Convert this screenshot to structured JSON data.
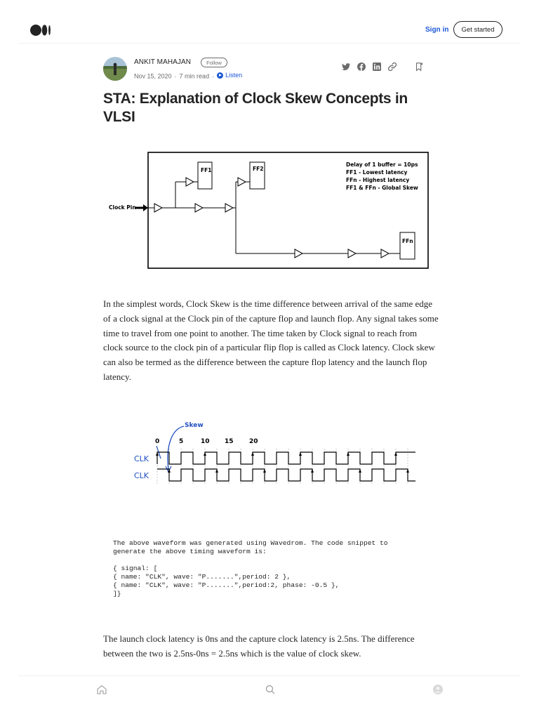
{
  "header": {
    "logo_icon": "medium-logo-icon",
    "signin_label": "Sign in",
    "getstarted_label": "Get started"
  },
  "author": {
    "name": "ANKIT MAHAJAN",
    "follow_label": "Follow",
    "date": "Nov 15, 2020",
    "read_time": "7 min read",
    "listen_label": "Listen"
  },
  "share_icons": [
    "twitter-icon",
    "facebook-icon",
    "linkedin-icon",
    "link-icon",
    "bookmark-icon"
  ],
  "article": {
    "title": "STA: Explanation of Clock Skew Concepts in VLSI",
    "para1": "In the simplest words, Clock Skew is the time difference between arrival of the same edge of a clock signal at the Clock pin of the capture flop and launch flop. Any signal takes some time to travel from one point to another. The time taken by Clock signal to reach from clock source to the clock pin of a particular flip flop is called as Clock latency. Clock skew can also be termed as the difference between the capture flop latency and the launch flop latency.",
    "code": "The above waveform was generated using Wavedrom. The code snippet to\ngenerate the above timing waveform is:\n\n{ signal: [\n{ name: \"CLK\", wave: \"P.......\",period: 2 },\n{ name: \"CLK\", wave: \"P.......\",period:2, phase: -0.5 },\n]}",
    "para2": "The launch clock latency is 0ns and the capture clock latency is 2.5ns. The difference between the two is 2.5ns-0ns = 2.5ns which is the value of clock skew."
  },
  "figure1": {
    "clock_pin_label": "Clock Pin",
    "ff1_label": "FF1",
    "ff2_label": "FF2",
    "ffn_label": "FFn",
    "legend": [
      "Delay of 1 buffer = 10ps",
      "FF1 - Lowest latency",
      "FFn - Highest latency",
      "FF1 & FFn - Global Skew"
    ]
  },
  "figure2": {
    "skew_label": "Skew",
    "ticks": [
      "0",
      "5",
      "10",
      "15",
      "20"
    ],
    "signal1_label": "CLK",
    "signal2_label": "CLK",
    "colors": {
      "skew": "#1f4fbf",
      "signal_label": "#1f4fbf"
    }
  },
  "bottom_nav": [
    "home-icon",
    "search-icon",
    "profile-icon"
  ],
  "colors": {
    "accent": "#1a57d6",
    "text": "#242424",
    "muted": "#6b6b6b"
  }
}
